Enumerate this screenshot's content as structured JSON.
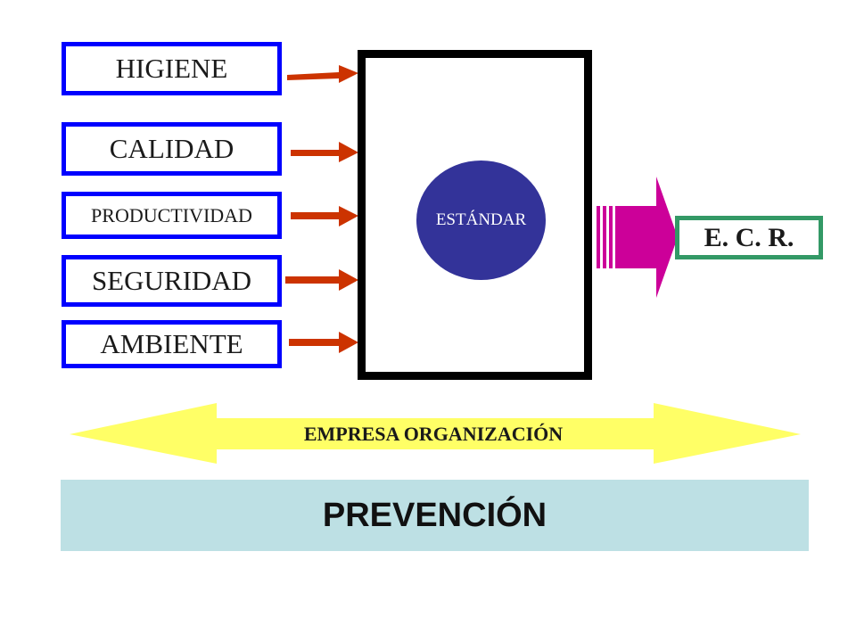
{
  "inputs": {
    "higiene": "HIGIENE",
    "calidad": "CALIDAD",
    "productividad": "PRODUCTIVIDAD",
    "seguridad": "SEGURIDAD",
    "ambiente": "AMBIENTE"
  },
  "process": {
    "center_label": "ESTÁNDAR"
  },
  "output": {
    "label": "E. C. R."
  },
  "band": {
    "empresa_label": "EMPRESA ORGANIZACIÓN",
    "prevencion_label": "PREVENCIÓN"
  },
  "colors": {
    "input_border": "#0000ff",
    "input_arrow": "#cc3300",
    "process_border": "#000000",
    "circle_fill": "#333399",
    "output_arrow": "#cc0099",
    "output_border": "#339966",
    "double_arrow": "#ffff66",
    "prevencion_band": "#bde0e4"
  }
}
